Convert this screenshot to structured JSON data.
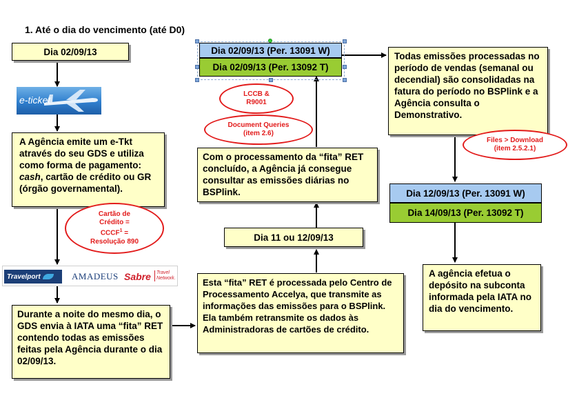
{
  "title": "1. Até o dia do vencimento (até D0)",
  "col1": {
    "date": "Dia 02/09/13",
    "eticket": "e-ticket",
    "agency_text": {
      "p1": "A Agência emite um e-Tkt através do seu GDS e utiliza como forma de pagamento: ",
      "cash": "cash",
      "p2": ", cartão de crédito ou GR (órgão governamental)."
    },
    "oval": {
      "l1": "Cartão de",
      "l2": "Crédito =",
      "l3": "CCCF",
      "sup": "1",
      "l4": " =",
      "l5": "Resolução 890"
    },
    "gds_logos": {
      "travelport": "Travelport",
      "amadeus": "AMADEUS",
      "sabre": "Sabre",
      "sabre_tag_1": "Travel",
      "sabre_tag_2": "Network."
    },
    "night_text": "Durante a noite do mesmo dia, o GDS envia à IATA uma “fita” RET contendo todas as emissões feitas pela Agência durante o dia 02/09/13."
  },
  "col2": {
    "period_w": "Dia 02/09/13  (Per. 13091 W)",
    "period_t": "Dia 02/09/13  (Per. 13092  T)",
    "oval_lccb": {
      "l1": "LCCB &",
      "l2": "R9001"
    },
    "oval_dq": {
      "l1": "Document Queries",
      "l2": "(item  2.6)"
    },
    "ret_done": "Com o processamento da “fita” RET concluído, a Agência já consegue consultar as emissões diárias no BSPlink.",
    "date2": "Dia 11 ou 12/09/13",
    "ret_processed": "Esta “fita” RET é processada pelo Centro de Processamento Accelya, que transmite as informações das emissões para o BSPlink. Ela também retransmite os dados às Administradoras de cartões de crédito."
  },
  "col3": {
    "consolidated": "Todas emissões processadas no período de vendas (semanal ou decendial) são consolidadas na fatura do período no BSPlink e a Agência consulta o Demonstrativo.",
    "oval_files": {
      "l1": "Files > Download",
      "l2": "(item 2.5.2.1)"
    },
    "due_w": "Dia 12/09/13  (Per. 13091  W)",
    "due_t": "Dia 14/09/13  (Per. 13092  T)",
    "deposit": "A agência efetua o depósito na subconta informada pela IATA no dia do vencimento."
  },
  "colors": {
    "box_fill": "#ffffc8",
    "blue_fill": "#a7caf0",
    "green_fill": "#99cc33",
    "oval_red": "#e21b1b"
  }
}
